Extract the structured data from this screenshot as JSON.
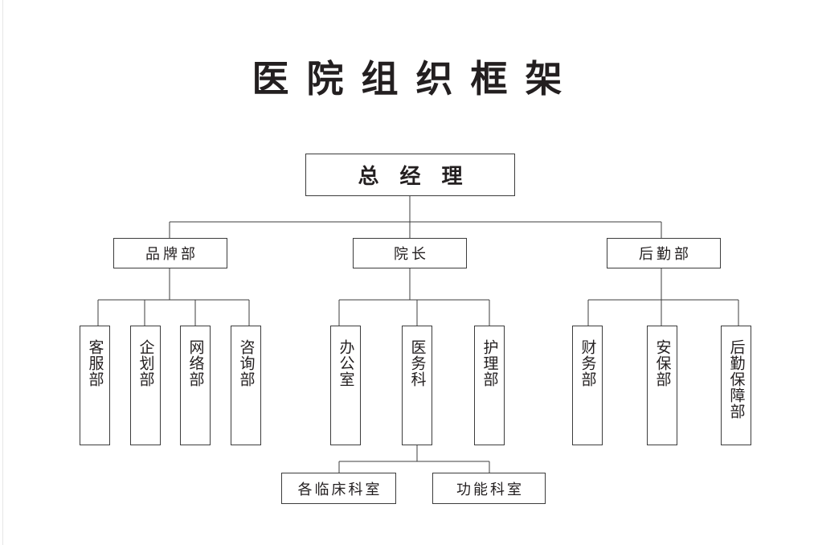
{
  "title": "医院组织框架",
  "root": {
    "label": "总经理"
  },
  "level1": [
    {
      "label": "品牌部"
    },
    {
      "label": "院长"
    },
    {
      "label": "后勤部"
    }
  ],
  "brand_children": [
    {
      "label": "客服部"
    },
    {
      "label": "企划部"
    },
    {
      "label": "网络部"
    },
    {
      "label": "咨询部"
    }
  ],
  "dean_children": [
    {
      "label": "办公室"
    },
    {
      "label": "医务科"
    },
    {
      "label": "护理部"
    }
  ],
  "logistics_children": [
    {
      "label": "财务部"
    },
    {
      "label": "安保部"
    },
    {
      "label": "后勤保障部"
    }
  ],
  "medical_children": [
    {
      "label": "各临床科室"
    },
    {
      "label": "功能科室"
    }
  ],
  "colors": {
    "line": "#3c3c3c",
    "text": "#231f20",
    "background": "#ffffff"
  }
}
